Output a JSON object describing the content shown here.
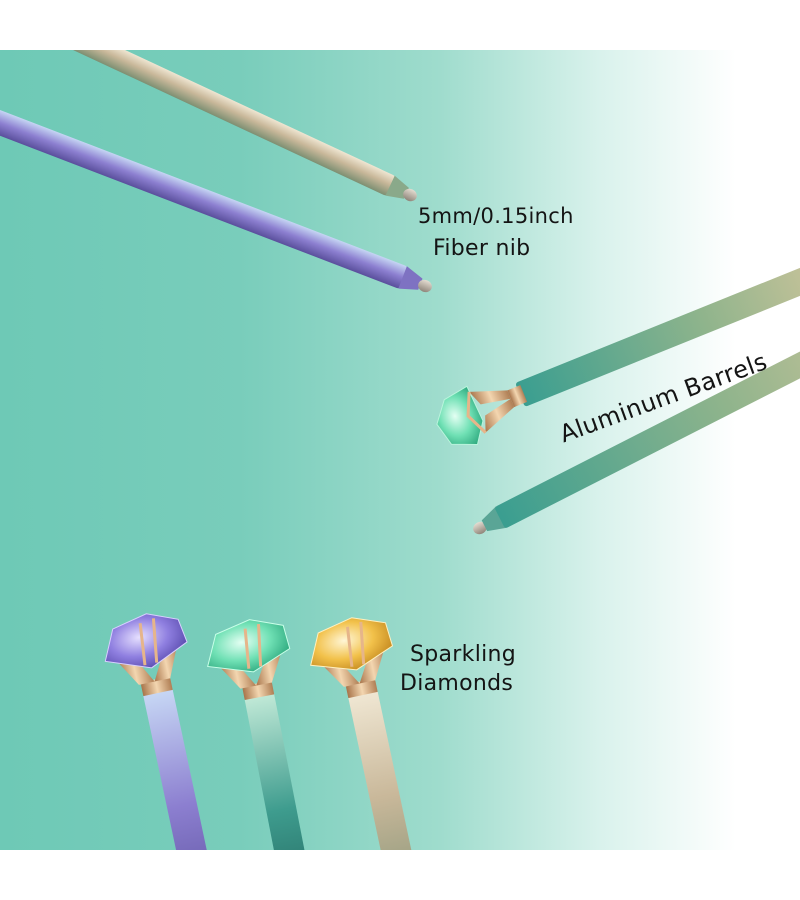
{
  "captions": {
    "nib_size": "5mm/0.15inch",
    "nib_type": "Fiber nib",
    "barrels": "Aluminum Barrels",
    "diamonds_line1": "Sparkling",
    "diamonds_line2": "Diamonds"
  },
  "colors": {
    "background_left": "#6ec9b6",
    "background_right": "#ffffff",
    "pen_purple": "#9a8ad0",
    "pen_teal": "#3e9c8e",
    "pen_champagne": "#c7b59b",
    "gem_purple": "#8f7fe0",
    "gem_green": "#6fe0b4",
    "gem_yellow": "#f2c14a",
    "gold_prong": "#d9aa7a",
    "nib_gray": "#b8aea3"
  },
  "objects": {
    "pen_count": 7,
    "diamond_count": 4
  }
}
